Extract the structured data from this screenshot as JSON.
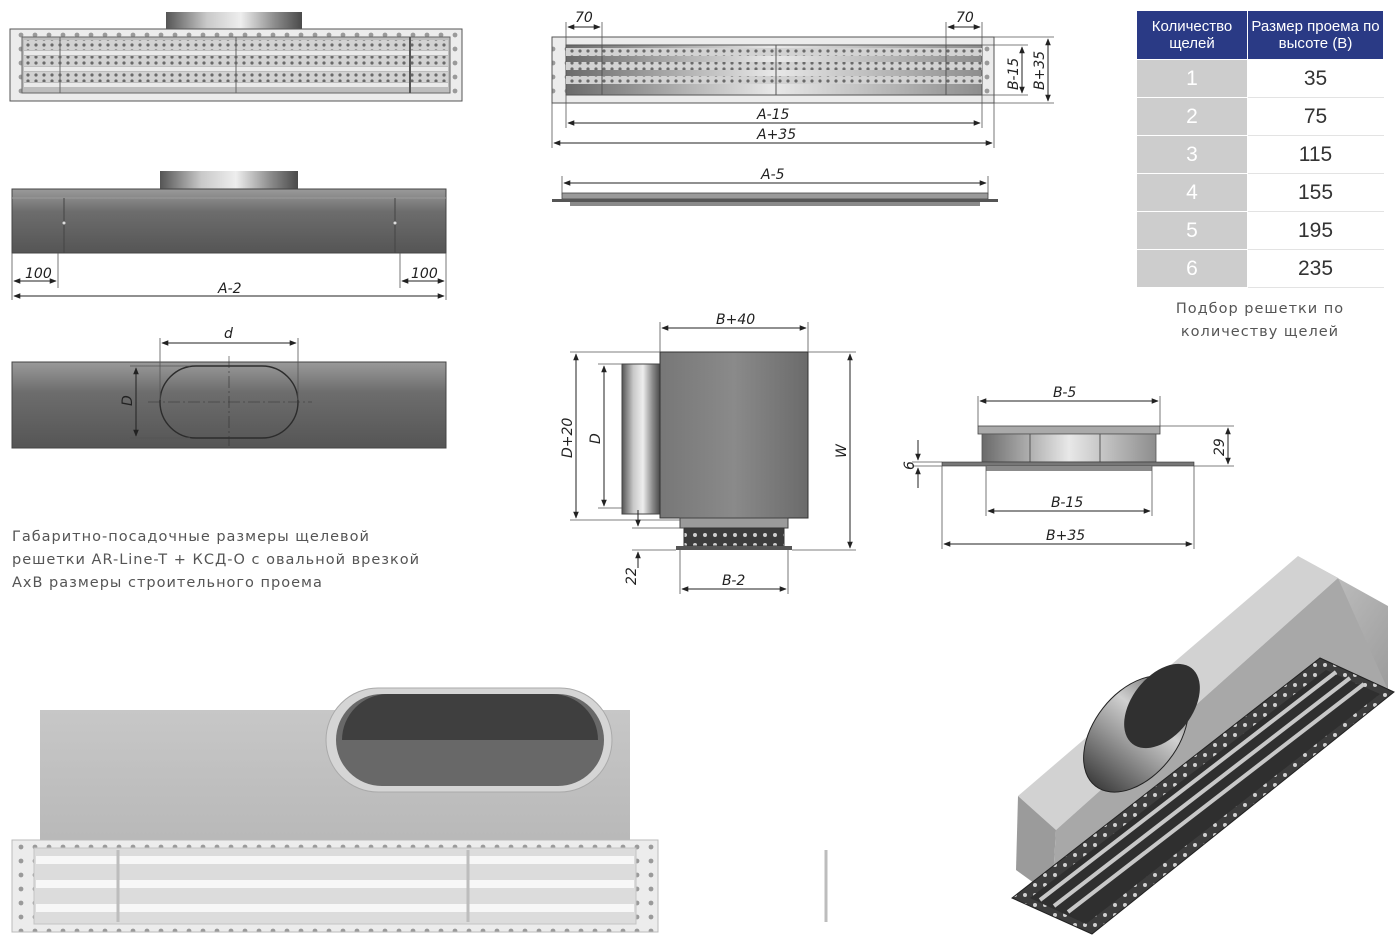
{
  "table": {
    "headers": [
      "Количество щелей",
      "Размер проема по высоте (В)"
    ],
    "rows": [
      {
        "slots": "1",
        "height": "35"
      },
      {
        "slots": "2",
        "height": "75"
      },
      {
        "slots": "3",
        "height": "115"
      },
      {
        "slots": "4",
        "height": "155"
      },
      {
        "slots": "5",
        "height": "195"
      },
      {
        "slots": "6",
        "height": "235"
      }
    ],
    "note": "Подбор решетки по количеству щелей"
  },
  "caption": {
    "line1": "Габаритно-посадочные размеры щелевой",
    "line2": "решетки AR-Line-T + КСД-О  с  овальной врезкой",
    "line3": "АхВ размеры строительного проема"
  },
  "dimensions": {
    "offset_left": "100",
    "offset_right": "100",
    "length_a2": "A-2",
    "oval_d": "d",
    "oval_D": "D",
    "front_70_left": "70",
    "front_70_right": "70",
    "front_b15": "B-15",
    "front_b35": "B+35",
    "front_a15": "A-15",
    "front_a35": "A+35",
    "profile_a5": "A-5",
    "side_b40": "B+40",
    "side_d20": "D+20",
    "side_D": "D",
    "side_W": "W",
    "side_22": "22",
    "side_b2": "B-2",
    "sec_b5": "B-5",
    "sec_29": "29",
    "sec_6": "6",
    "sec_b15": "B-15",
    "sec_b35": "B+35"
  },
  "colors": {
    "table_header": "#2a3a85",
    "table_count_cell": "#cdcdcd",
    "metal_dark": "#5f5f5f",
    "metal_light": "#d8d8d8"
  }
}
